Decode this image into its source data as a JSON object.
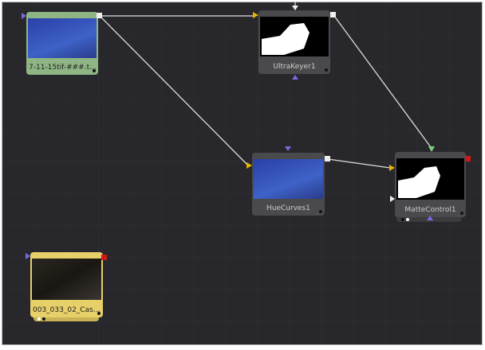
{
  "nodes": [
    {
      "id": "loader1",
      "label": "7-11-15tif-###.t...",
      "type": "Loader",
      "color": "#8fb584"
    },
    {
      "id": "ultrakeyer",
      "label": "UltraKeyer1",
      "type": "UltraKeyer",
      "color": "#4a4a4c"
    },
    {
      "id": "huecurves",
      "label": "HueCurves1",
      "type": "HueCurves",
      "color": "#4a4a4c"
    },
    {
      "id": "mattecontrol",
      "label": "MatteControl1",
      "type": "MatteControl",
      "color": "#4a4a4c"
    },
    {
      "id": "loader2",
      "label": "003_033_02_Cas...",
      "type": "Loader",
      "color": "#e7cf6a"
    }
  ],
  "connections": [
    {
      "from": "loader1",
      "to": "ultrakeyer"
    },
    {
      "from": "loader1",
      "to": "huecurves"
    },
    {
      "from": "ultrakeyer",
      "to": "mattecontrol"
    },
    {
      "from": "huecurves",
      "to": "mattecontrol"
    }
  ]
}
